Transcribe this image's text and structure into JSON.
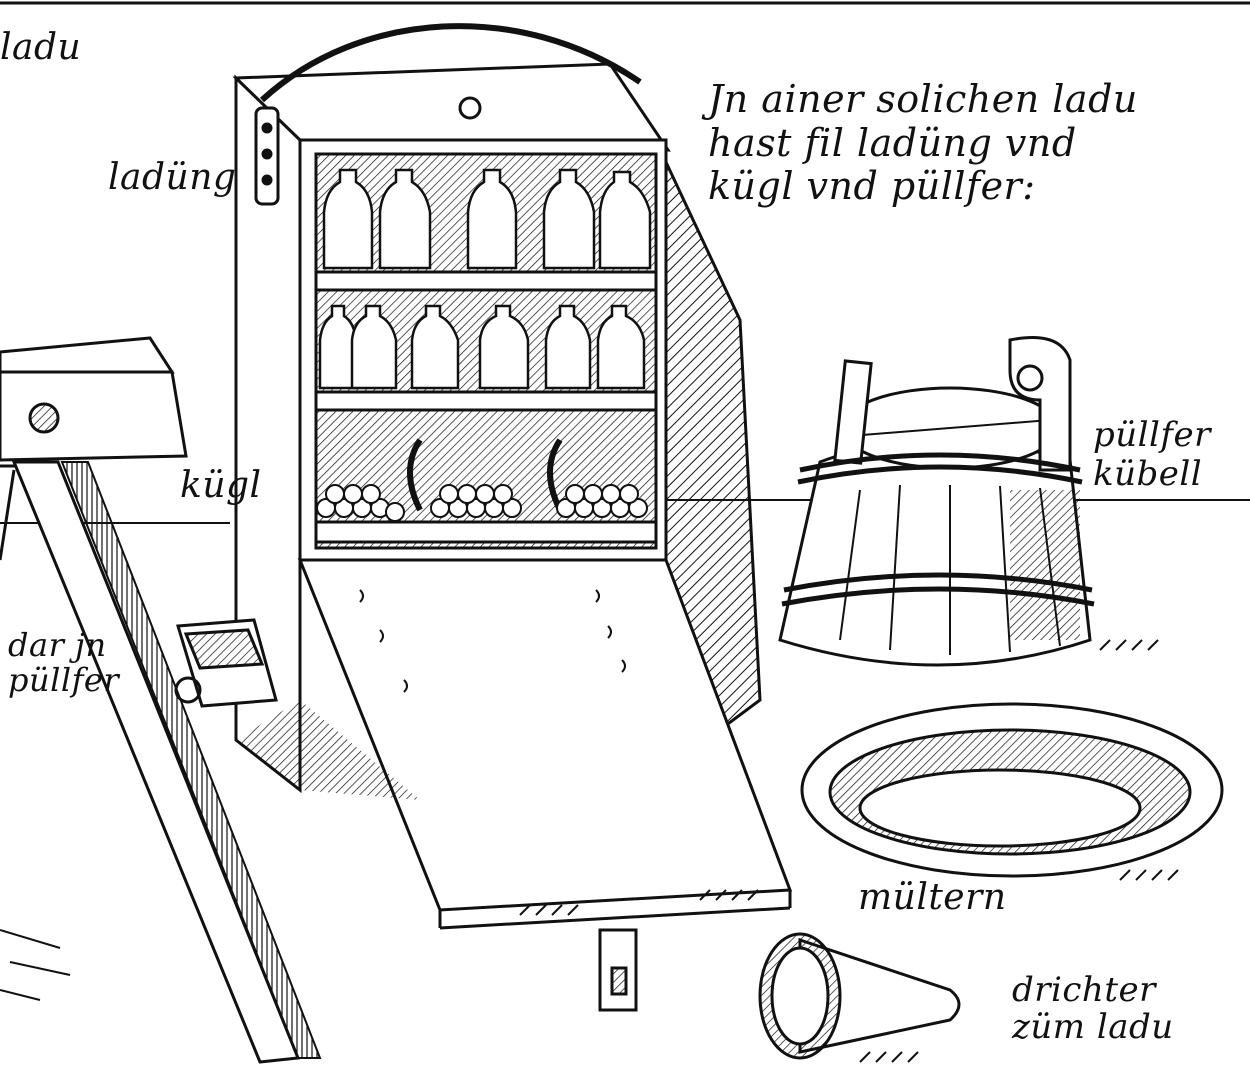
{
  "labels": {
    "top_left": "ladu",
    "ladung": "ladüng",
    "main_note": "Jn ainer solichen ladu\nhast fil ladüng vnd\nkügl vnd püllfer:",
    "kugl": "kügl",
    "pulfer_kubel": "püllfer\nkübell",
    "darin_pulfer": "dar jn\npüllfer",
    "multern": "mültern",
    "trichter": "drichter\nzüm ladu"
  },
  "colors": {
    "ink": "#111111",
    "paper": "#ffffff"
  }
}
